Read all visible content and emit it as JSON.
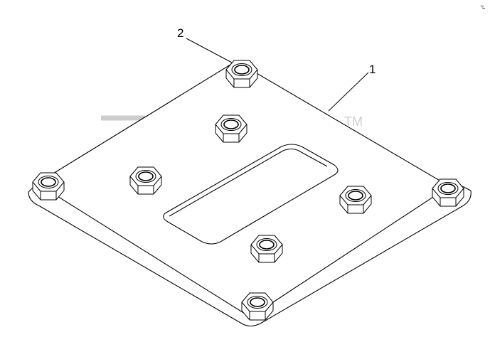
{
  "diagram": {
    "type": "exploded-parts-drawing",
    "callouts": [
      {
        "id": "callout-1",
        "label": "1",
        "part": "plate"
      },
      {
        "id": "callout-2",
        "label": "2",
        "part": "hex-nut"
      }
    ],
    "watermark": {
      "trademark": "TM"
    },
    "nut_count": 8,
    "line_color": "#000000",
    "watermark_color": "#c8c8c8"
  }
}
